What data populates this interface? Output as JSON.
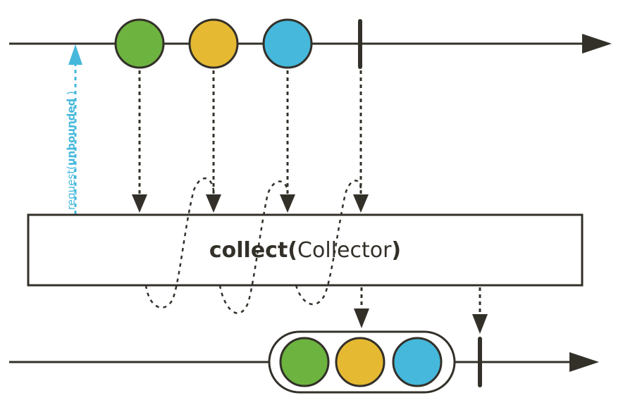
{
  "diagram": {
    "operator": {
      "name": "collect(",
      "argument": "Collector",
      "close": " )"
    },
    "request": {
      "prefix": "request(",
      "amount": "unbounded",
      "suffix": " )"
    },
    "source_marbles": [
      {
        "name": "green",
        "color": "#6cb33f"
      },
      {
        "name": "yellow",
        "color": "#e6b932"
      },
      {
        "name": "blue",
        "color": "#45b8dc"
      }
    ],
    "result_marbles": [
      {
        "name": "green",
        "color": "#6cb33f"
      },
      {
        "name": "yellow",
        "color": "#e6b932"
      },
      {
        "name": "blue",
        "color": "#45b8dc"
      }
    ],
    "colors": {
      "line": "#333029",
      "request": "#45b8dc"
    }
  }
}
